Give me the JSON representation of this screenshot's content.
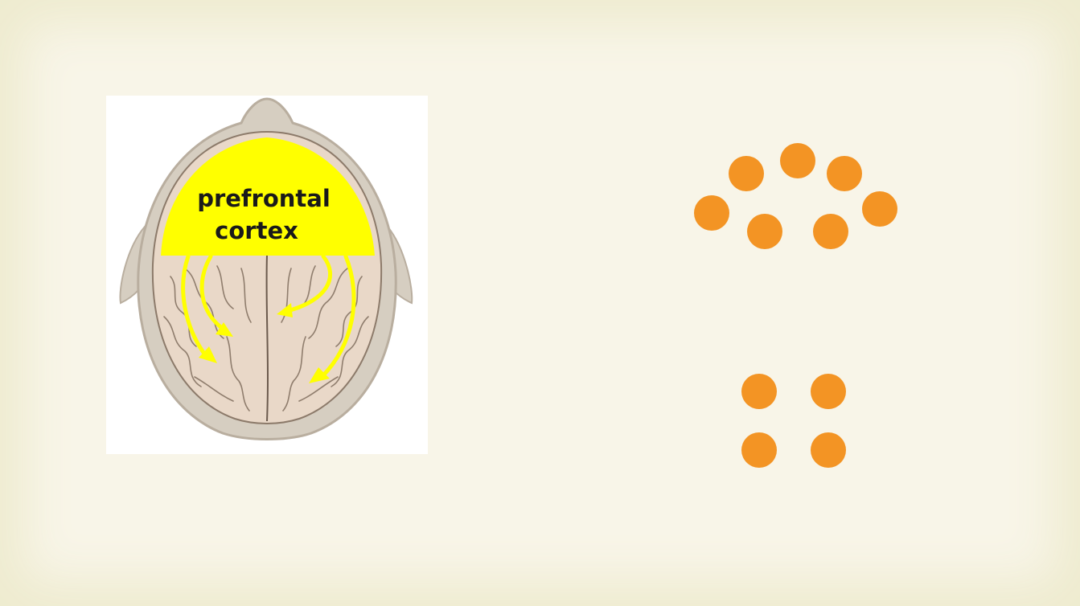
{
  "diagram": {
    "region_label_line1": "prefrontal",
    "region_label_line2": "cortex",
    "colors": {
      "highlight": "#ffff00",
      "arrows": "#ffff00",
      "skull": "#d6cec1",
      "brain": "#e9d8c8",
      "dots": "#f39424"
    }
  },
  "dot_groups": {
    "upper_count": 7,
    "lower_count": 4
  }
}
